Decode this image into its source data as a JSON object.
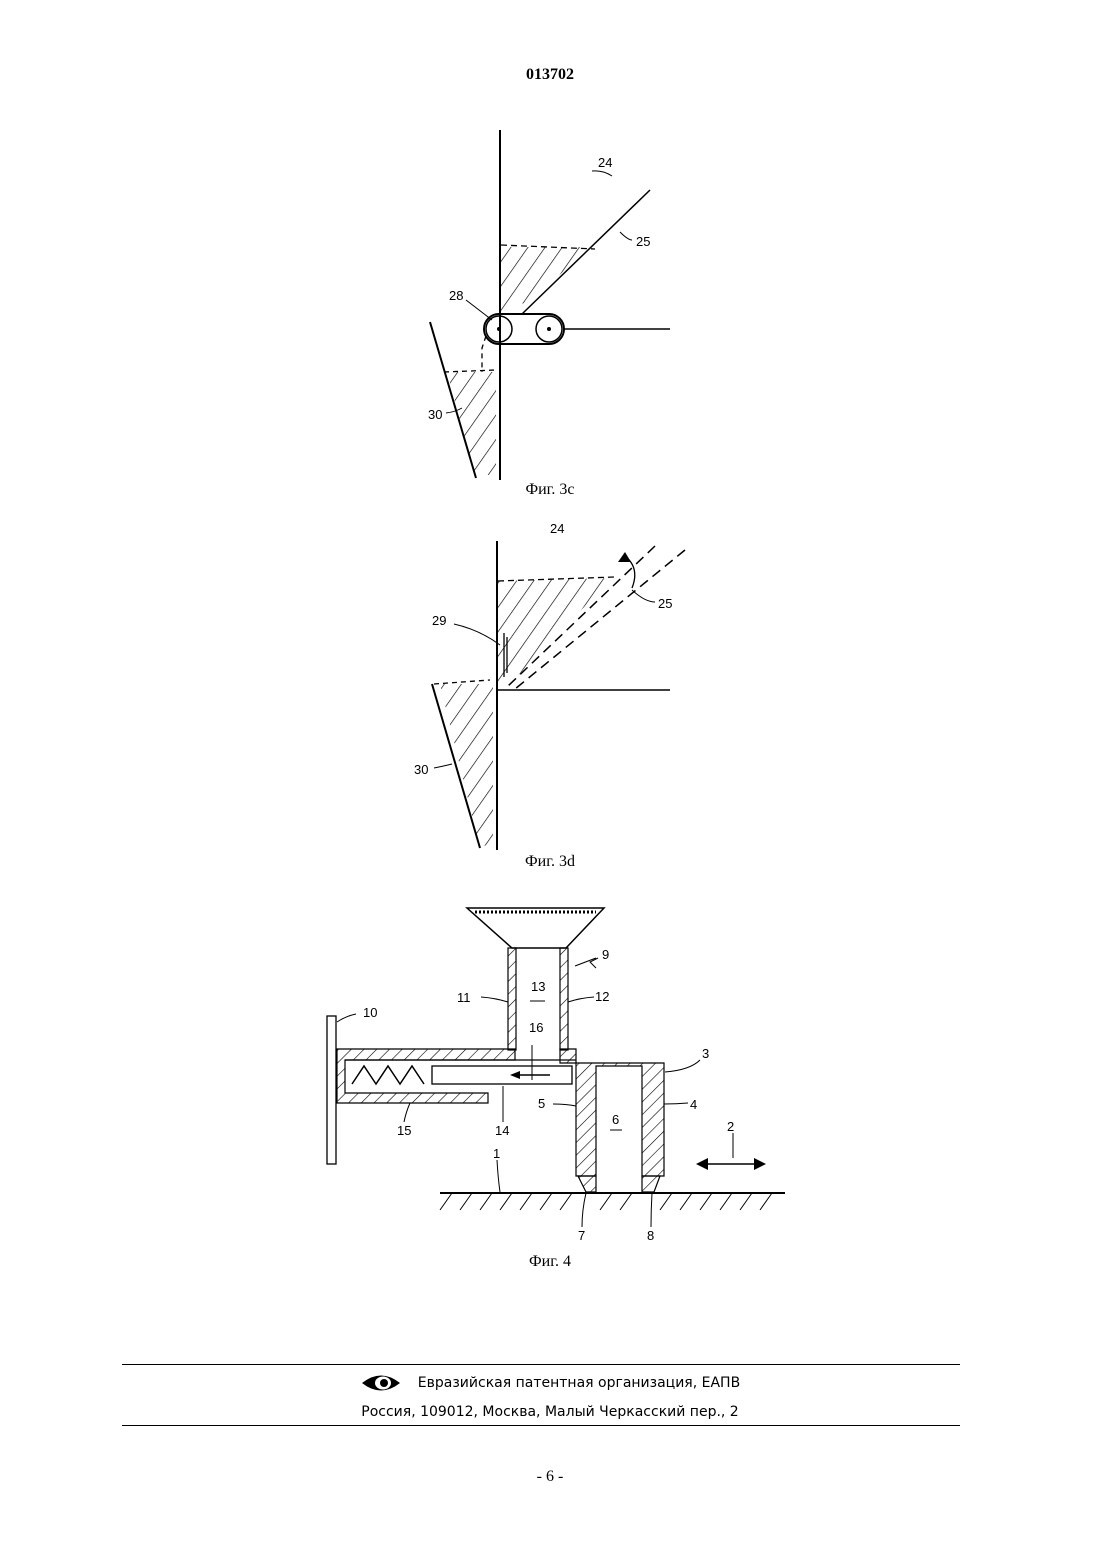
{
  "header": {
    "document_number": "013702"
  },
  "figures": [
    {
      "caption": "Фиг. 3c",
      "labels": [
        "24",
        "25",
        "28",
        "30"
      ]
    },
    {
      "caption": "Фиг. 3d",
      "labels": [
        "24",
        "25",
        "29",
        "30"
      ]
    },
    {
      "caption": "Фиг. 4",
      "labels": [
        "1",
        "2",
        "3",
        "4",
        "5",
        "6",
        "7",
        "8",
        "9",
        "10",
        "11",
        "12",
        "13",
        "14",
        "15",
        "16"
      ]
    }
  ],
  "footer": {
    "organization": "Евразийская патентная организация, ЕАПВ",
    "address": "Россия, 109012, Москва, Малый Черкасский пер., 2",
    "logo_icon": "eye-logo-icon"
  },
  "page": {
    "number": "- 6 -"
  }
}
